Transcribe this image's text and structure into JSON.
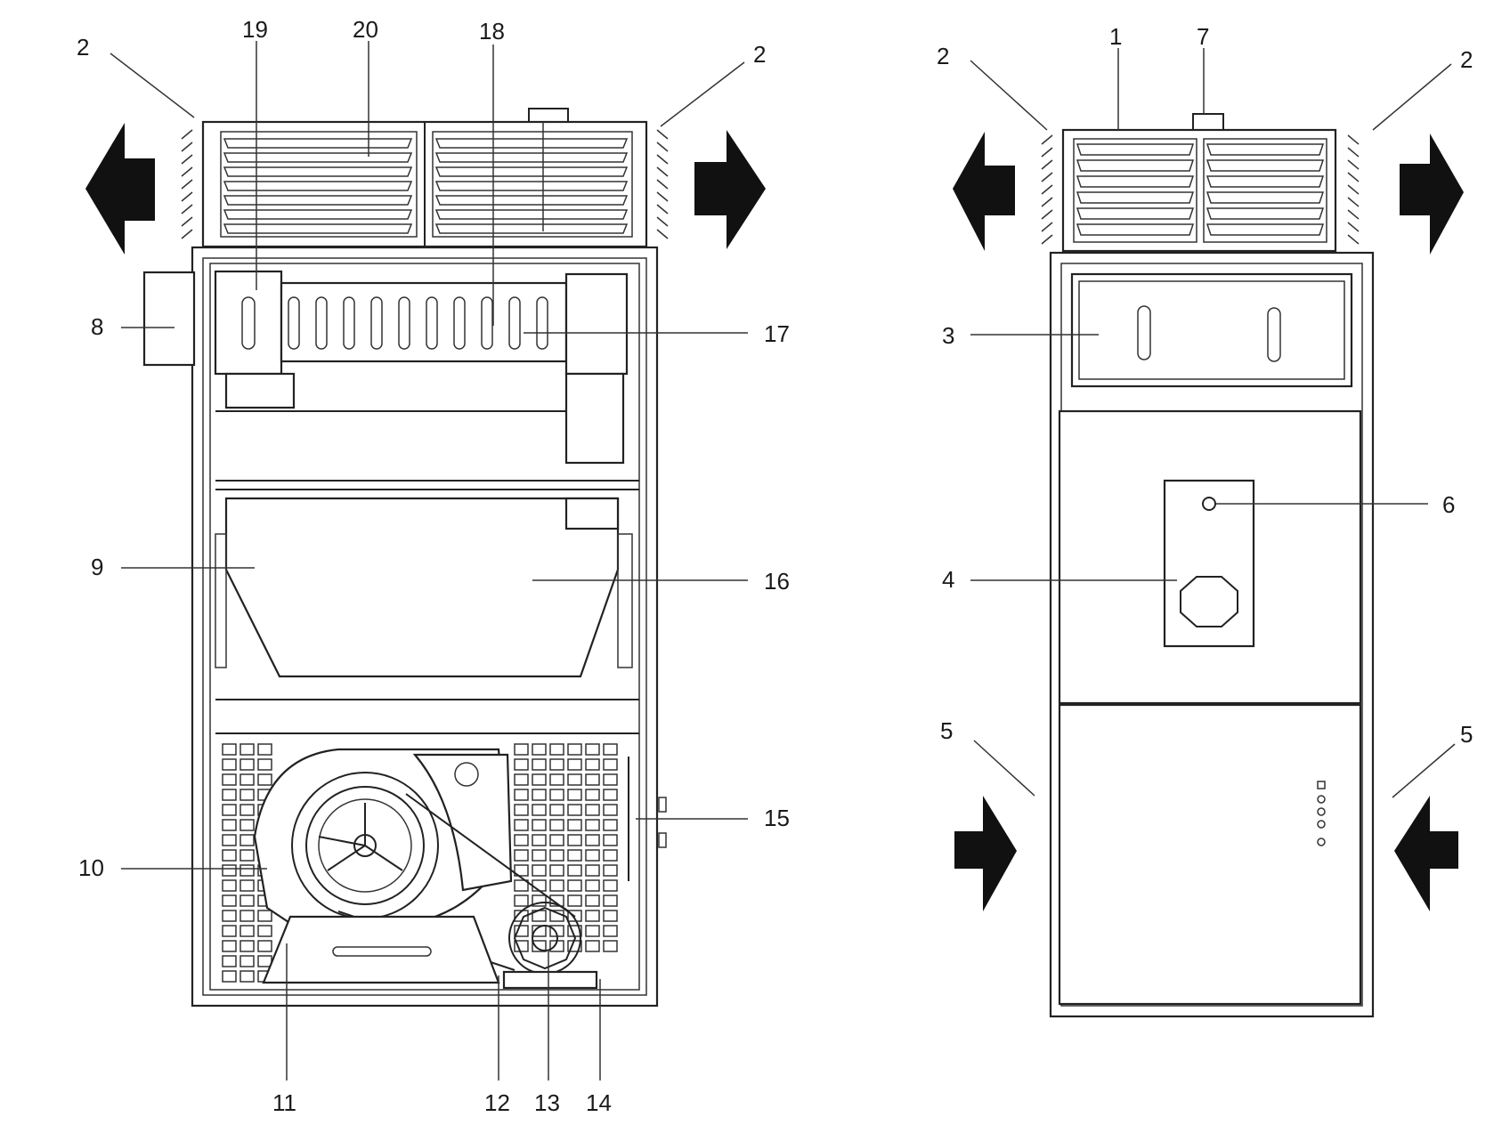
{
  "colors": {
    "line": "#222222",
    "arrow": "#111111",
    "background": "#ffffff"
  },
  "front_view": {
    "callouts": {
      "c2_left": "2",
      "c19": "19",
      "c20": "20",
      "c18": "18",
      "c2_right": "2",
      "c8": "8",
      "c17": "17",
      "c9": "9",
      "c16": "16",
      "c15": "15",
      "c10": "10",
      "c11": "11",
      "c12": "12",
      "c13": "13",
      "c14": "14"
    }
  },
  "rear_view": {
    "callouts": {
      "c2_left": "2",
      "c1": "1",
      "c7": "7",
      "c2_right": "2",
      "c3": "3",
      "c6": "6",
      "c4": "4",
      "c5_left": "5",
      "c5_right": "5"
    }
  },
  "icons": [
    "airflow-out-arrow-icon",
    "airflow-in-arrow-icon",
    "louver-grille-icon",
    "fan-pulley-icon",
    "burner-port-icon",
    "control-buttons-icon"
  ]
}
